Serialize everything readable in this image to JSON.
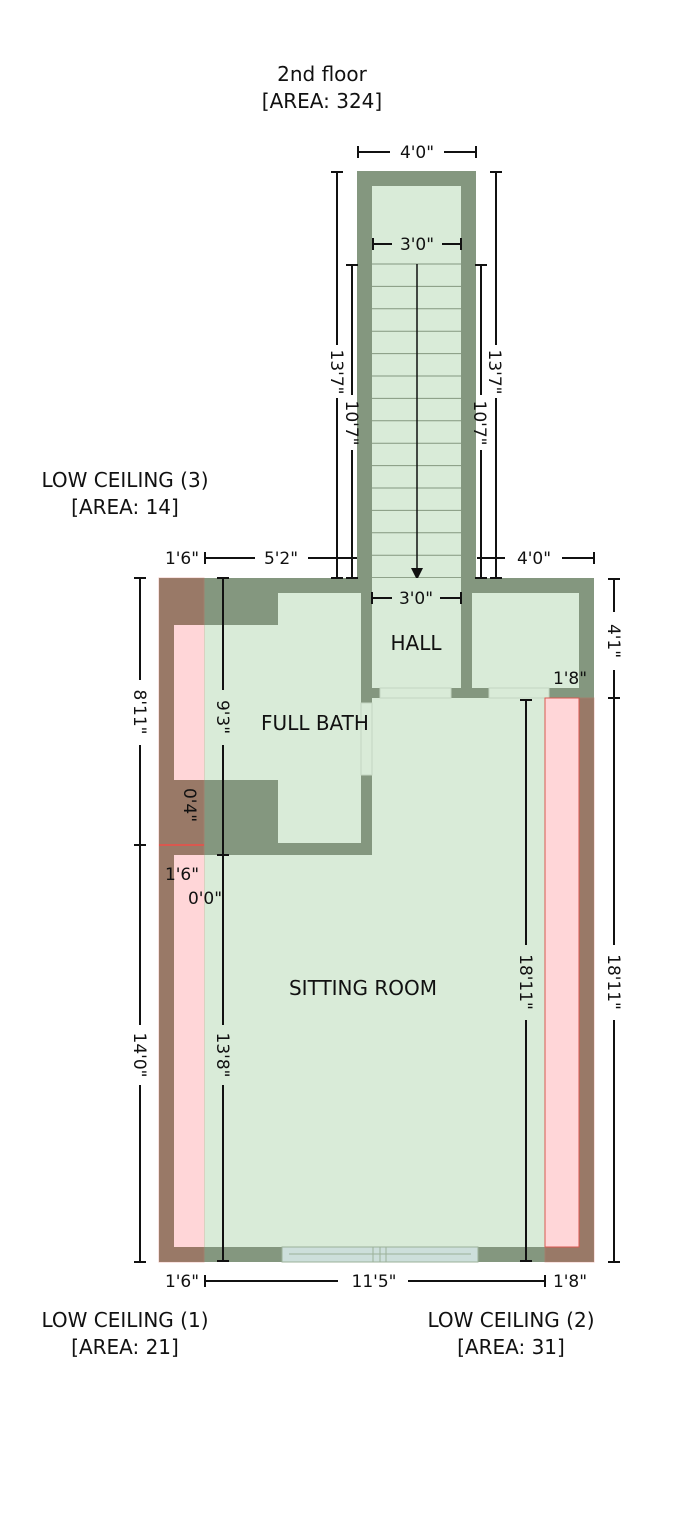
{
  "floor": {
    "title": "2nd floor",
    "area": "[AREA: 324]"
  },
  "rooms": {
    "hall": "HALL",
    "full_bath": "FULL BATH",
    "sitting_room": "SITTING ROOM"
  },
  "low_ceilings": [
    {
      "name": "LOW CEILING (3)",
      "area": "[AREA: 14]"
    },
    {
      "name": "LOW CEILING (1)",
      "area": "[AREA: 21]"
    },
    {
      "name": "LOW CEILING (2)",
      "area": "[AREA: 31]"
    }
  ],
  "dimensions": {
    "stair_outer_width": "4'0\"",
    "stair_inner_width": "3'0\"",
    "stair_left_outer": "13'7\"",
    "stair_left_inner": "10'7\"",
    "stair_right_outer": "13'7\"",
    "stair_right_inner": "10'7\"",
    "top_left_low": "1'6\"",
    "top_left": "5'2\"",
    "top_right": "4'0\"",
    "hall_width": "3'0\"",
    "right_upper": "4'1\"",
    "right_low_top": "1'8\"",
    "left_upper": "8'11\"",
    "left_lower": "14'0\"",
    "bath_height": "9'3\"",
    "left_small_a": "0'4\"",
    "left_small_b": "1'6\"",
    "left_small_c": "0'0\"",
    "sitting_height": "13'8\"",
    "sitting_right": "18'11\"",
    "right_total": "18'11\"",
    "bottom_left_low": "1'6\"",
    "bottom_width": "11'5\"",
    "bottom_right_low": "1'8\""
  },
  "colors": {
    "wall": "#84977f",
    "floor": "#d9ebd8",
    "low_ceiling": "#ffd6d8",
    "low_ceiling_edge": "#d9584f"
  }
}
